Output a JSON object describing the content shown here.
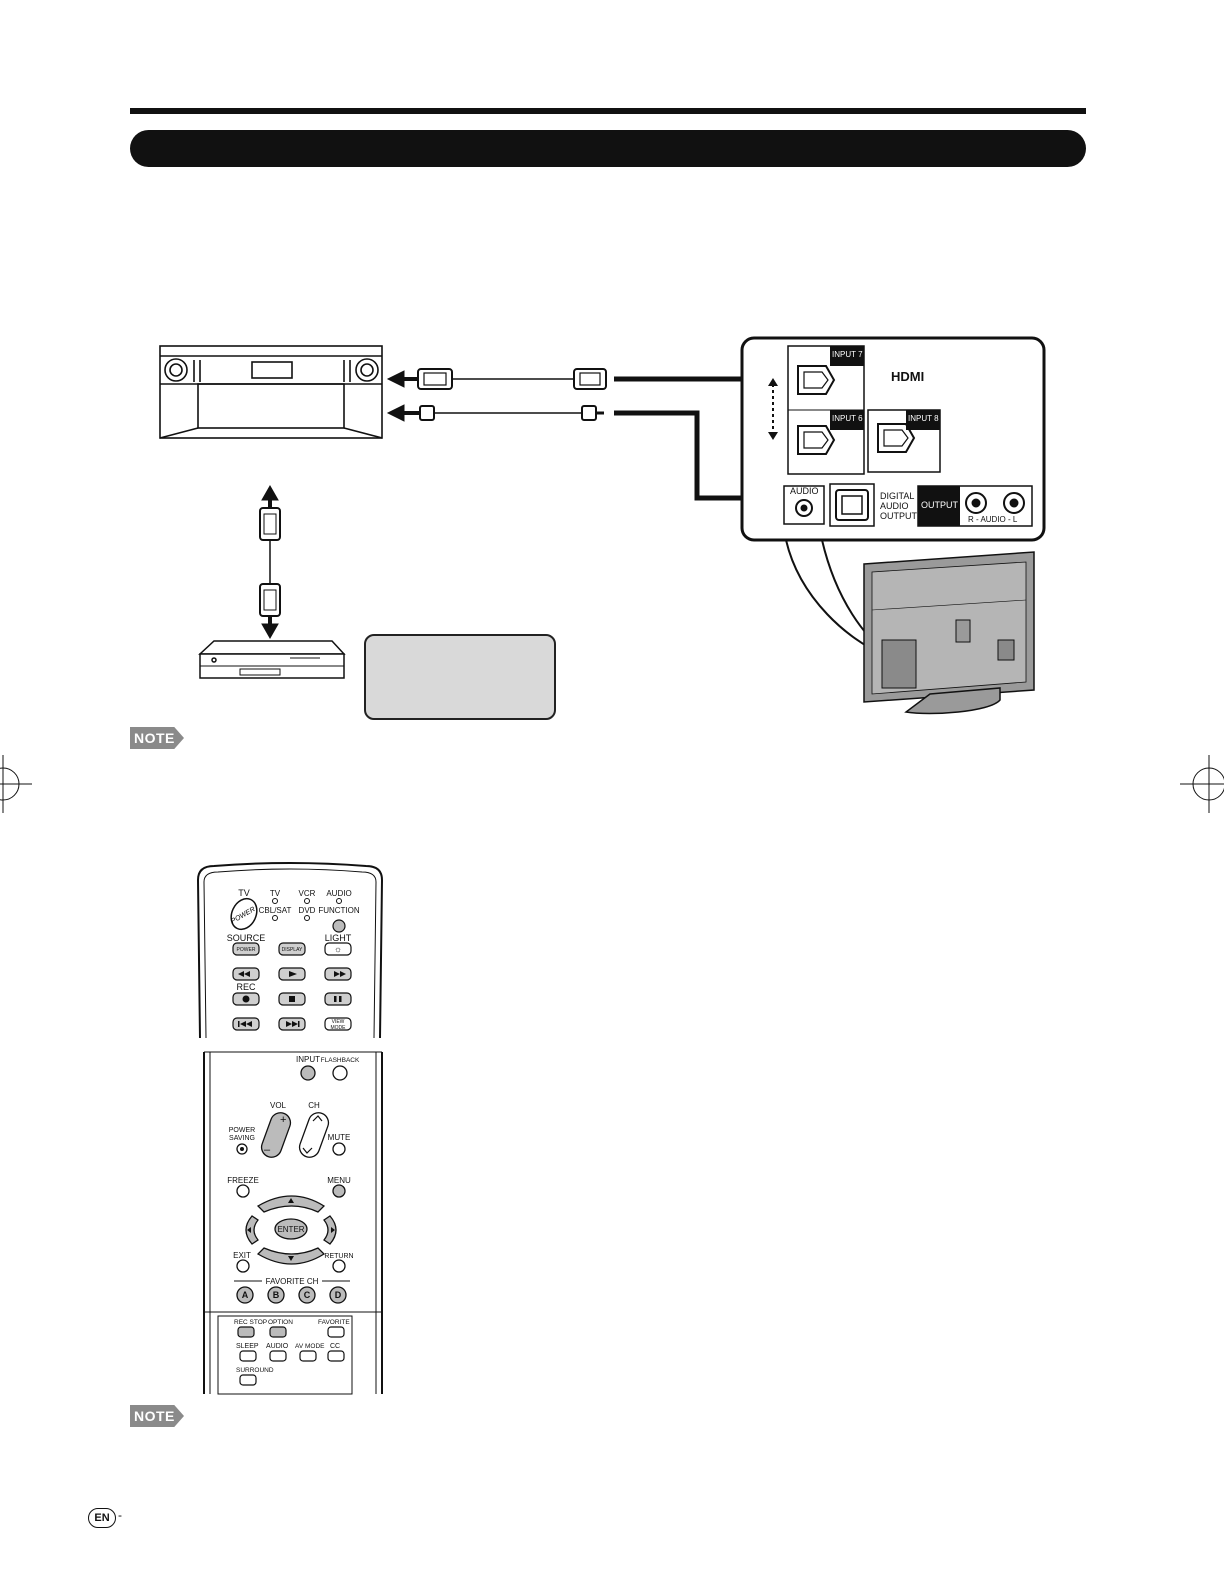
{
  "note_label": "NOTE",
  "footer": {
    "lang": "EN",
    "dash": "-"
  },
  "tv_panel": {
    "hdmi_logo": "HDMI",
    "input7": "INPUT 7",
    "input6": "INPUT 6",
    "input8": "INPUT 8",
    "audio": "AUDIO",
    "digital_audio_output_1": "DIGITAL",
    "digital_audio_output_2": "AUDIO",
    "digital_audio_output_3": "OUTPUT",
    "output": "OUTPUT",
    "r_audio_l": "R - AUDIO - L"
  },
  "remote_top": {
    "tv": "TV",
    "tv2": "TV",
    "vcr": "VCR",
    "audio": "AUDIO",
    "cbl_sat": "CBL/SAT",
    "dvd": "DVD",
    "function": "FUNCTION",
    "power": "POWER",
    "source": "SOURCE",
    "light": "LIGHT",
    "source_power": "POWER",
    "display": "DISPLAY",
    "rec": "REC",
    "view_mode_1": "VIEW",
    "view_mode_2": "MODE"
  },
  "remote_bottom": {
    "input": "INPUT",
    "flashback": "FLASHBACK",
    "vol": "VOL",
    "ch": "CH",
    "power_saving_1": "POWER",
    "power_saving_2": "SAVING",
    "mute": "MUTE",
    "freeze": "FREEZE",
    "menu": "MENU",
    "enter": "ENTER",
    "exit": "EXIT",
    "return": "RETURN",
    "favorite_ch": "FAVORITE CH",
    "a": "A",
    "b": "B",
    "c": "C",
    "d": "D",
    "rec_stop": "REC STOP",
    "option": "OPTION",
    "favorite": "FAVORITE",
    "sleep": "SLEEP",
    "audio": "AUDIO",
    "av_mode": "AV MODE",
    "cc": "CC",
    "surround": "SURROUND"
  }
}
